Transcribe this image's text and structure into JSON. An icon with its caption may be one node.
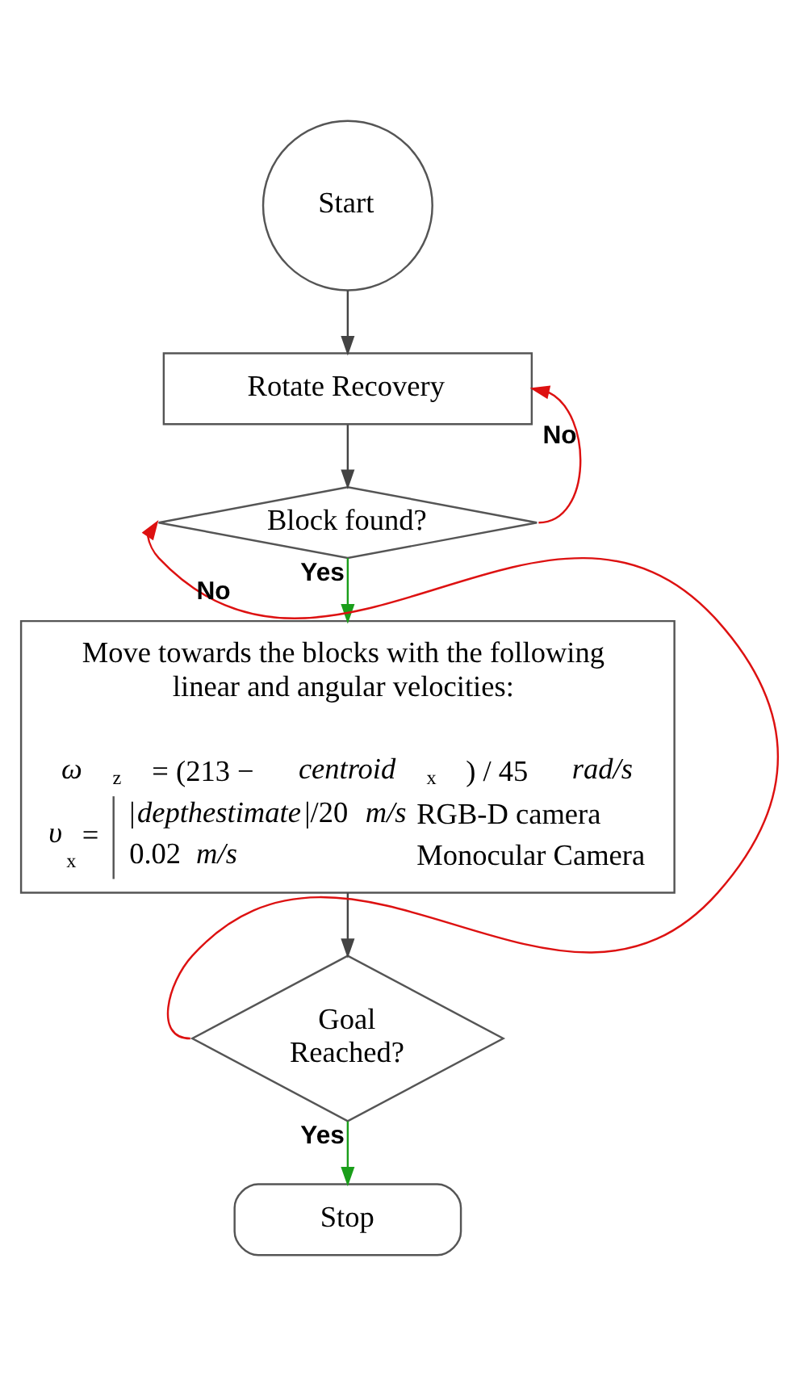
{
  "diagram": {
    "nodes": [
      {
        "text": [
          "Start"
        ]
      },
      {
        "text": [
          "Rotate Recovery"
        ]
      },
      {
        "text": [
          "Block found?"
        ]
      },
      {
        "text": [
          "Move towards the blocks with the following linear and angular velocities:",
          "*ω*$_{z}$ = (213 − *centroid*$_{x}$) / 45  *rad/s*",
          "*υ*$_{x}$ =",
          "|*depthestimate*|/20  *m/s*",
          "RGB-D camera",
          "0.02  *m/s*",
          "Monocular Camera"
        ]
      },
      {
        "text": [
          "Goal Reached?"
        ]
      },
      {
        "text": [
          "Stop"
        ]
      }
    ],
    "edges": [
      {
        "from": 0,
        "to": 1,
        "arrow": "to"
      },
      {
        "from": 1,
        "to": 2,
        "arrow": "to"
      },
      {
        "from": 2,
        "to": 1,
        "arrow": "to",
        "label": "No",
        "color": "#dd1111"
      },
      {
        "from": 2,
        "to": 3,
        "arrow": "to",
        "label": "Yes",
        "color": "#1a9e1a"
      },
      {
        "from": 3,
        "to": 4,
        "arrow": "to"
      },
      {
        "from": 4,
        "to": 2,
        "arrow": "to",
        "label": "No",
        "color": "#dd1111"
      },
      {
        "from": 4,
        "to": 5,
        "arrow": "to",
        "label": "Yes",
        "color": "#1a9e1a"
      }
    ]
  }
}
